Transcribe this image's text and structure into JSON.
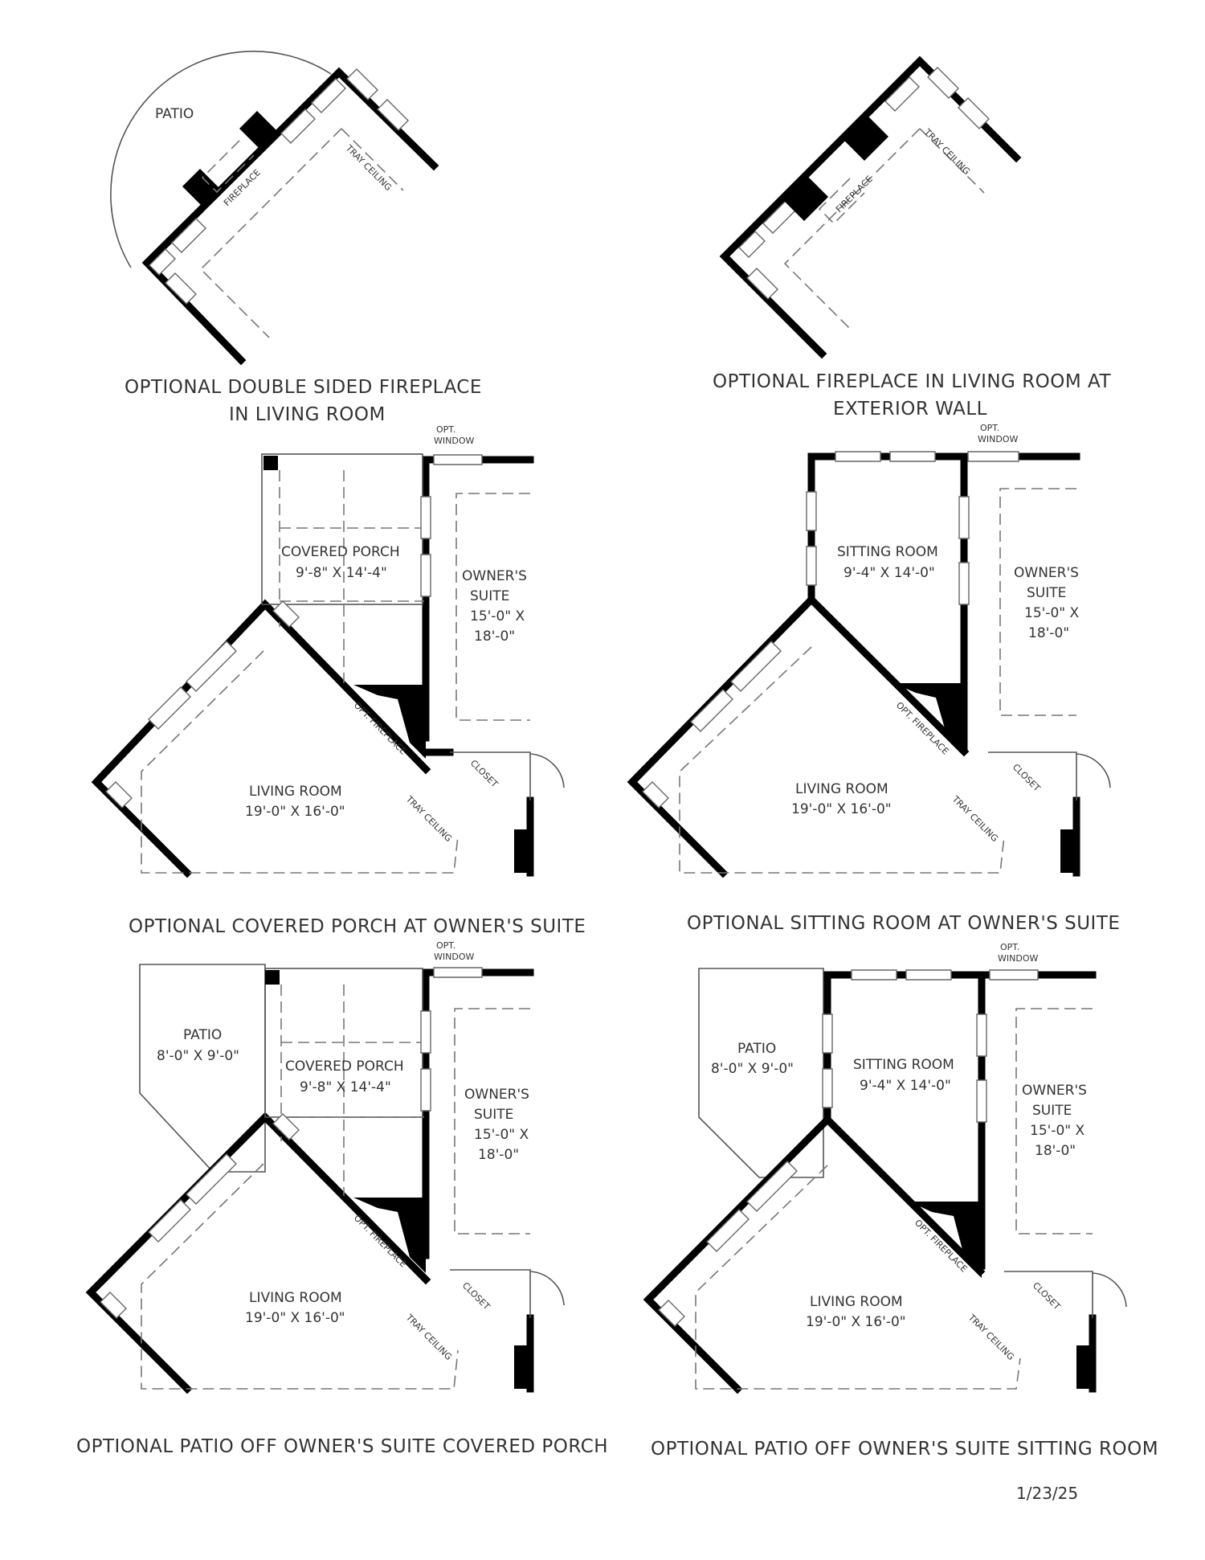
{
  "plans": {
    "p1": {
      "caption_line1": "OPTIONAL  DOUBLE SIDED FIREPLACE",
      "caption_line2": "IN LIVING ROOM",
      "patio": "PATIO",
      "fireplace": "FIREPLACE",
      "tray_ceiling": "TRAY CEILING"
    },
    "p2": {
      "caption_line1": "OPTIONAL FIREPLACE IN LIVING ROOM AT",
      "caption_line2": "EXTERIOR WALL",
      "fireplace": "FIREPLACE",
      "tray_ceiling": "TRAY CEILING"
    },
    "p3": {
      "caption": "OPTIONAL COVERED PORCH AT OWNER'S SUITE",
      "opt_window_1": "OPT.",
      "opt_window_2": "WINDOW",
      "porch_name": "COVERED PORCH",
      "porch_dims": "9'-8\" X 14'-4\"",
      "suite_1": "OWNER'S",
      "suite_2": "SUITE",
      "suite_3": "15'-0\" X",
      "suite_4": "18'-0\"",
      "opt_fireplace": "OPT. FIREPLACE",
      "living_name": "LIVING ROOM",
      "living_dims": "19'-0\" X 16'-0\"",
      "tray_ceiling": "TRAY CEILING",
      "closet": "CLOSET"
    },
    "p4": {
      "caption": "OPTIONAL SITTING ROOM AT OWNER'S SUITE",
      "opt_window_1": "OPT.",
      "opt_window_2": "WINDOW",
      "sitting_name": "SITTING ROOM",
      "sitting_dims": "9'-4\" X 14'-0\"",
      "suite_1": "OWNER'S",
      "suite_2": "SUITE",
      "suite_3": "15'-0\" X",
      "suite_4": "18'-0\"",
      "opt_fireplace": "OPT. FIREPLACE",
      "living_name": "LIVING ROOM",
      "living_dims": "19'-0\" X 16'-0\"",
      "tray_ceiling": "TRAY CEILING",
      "closet": "CLOSET"
    },
    "p5": {
      "caption": "OPTIONAL PATIO OFF OWNER'S SUITE COVERED PORCH",
      "opt_window_1": "OPT.",
      "opt_window_2": "WINDOW",
      "patio_name": "PATIO",
      "patio_dims": "8'-0\" X 9'-0\"",
      "porch_name": "COVERED PORCH",
      "porch_dims": "9'-8\" X 14'-4\"",
      "suite_1": "OWNER'S",
      "suite_2": "SUITE",
      "suite_3": "15'-0\" X",
      "suite_4": "18'-0\"",
      "opt_fireplace": "OPT. FIREPLACE",
      "living_name": "LIVING ROOM",
      "living_dims": "19'-0\" X 16'-0\"",
      "tray_ceiling": "TRAY CEILING",
      "closet": "CLOSET"
    },
    "p6": {
      "caption": "OPTIONAL PATIO OFF OWNER'S SUITE SITTING ROOM",
      "opt_window_1": "OPT.",
      "opt_window_2": "WINDOW",
      "patio_name": "PATIO",
      "patio_dims": "8'-0\" X 9'-0\"",
      "sitting_name": "SITTING ROOM",
      "sitting_dims": "9'-4\" X 14'-0\"",
      "suite_1": "OWNER'S",
      "suite_2": "SUITE",
      "suite_3": "15'-0\" X",
      "suite_4": "18'-0\"",
      "opt_fireplace": "OPT. FIREPLACE",
      "living_name": "LIVING ROOM",
      "living_dims": "19'-0\" X 16'-0\"",
      "tray_ceiling": "TRAY CEILING",
      "closet": "CLOSET"
    }
  },
  "date": "1/23/25"
}
